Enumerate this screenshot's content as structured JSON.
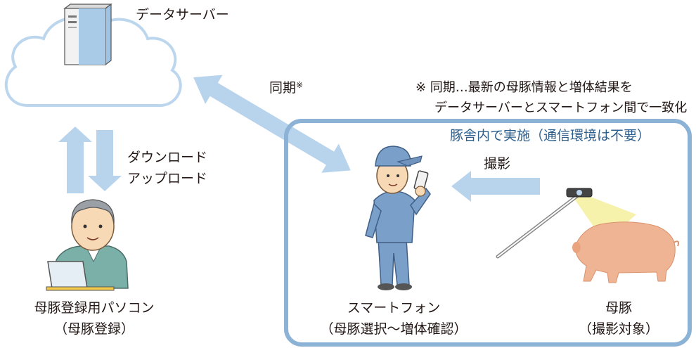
{
  "server": {
    "label": "データサーバー"
  },
  "sync": {
    "label": "同期",
    "mark": "※"
  },
  "note": {
    "line1": "※ 同期…最新の母豚情報と増体結果を",
    "line2": "データサーバーとスマートフォン間で一致化"
  },
  "barn": {
    "caption": "豚舎内で実施（通信環境は不要）"
  },
  "transfer": {
    "download": "ダウンロード",
    "upload": "アップロード"
  },
  "capture": {
    "label": "撮影"
  },
  "pc": {
    "line1": "母豚登録用パソコン",
    "line2": "（母豚登録）"
  },
  "phone": {
    "line1": "スマートフォン",
    "line2": "（母豚選択～増体確認）"
  },
  "sow": {
    "line1": "母豚",
    "line2": "（撮影対象）"
  },
  "colors": {
    "arrow": "#b8d3ec",
    "frame": "#8cb2d6",
    "cloud": "#bcd6ee",
    "pig": "#efb493",
    "light": "#f5ee9c"
  }
}
